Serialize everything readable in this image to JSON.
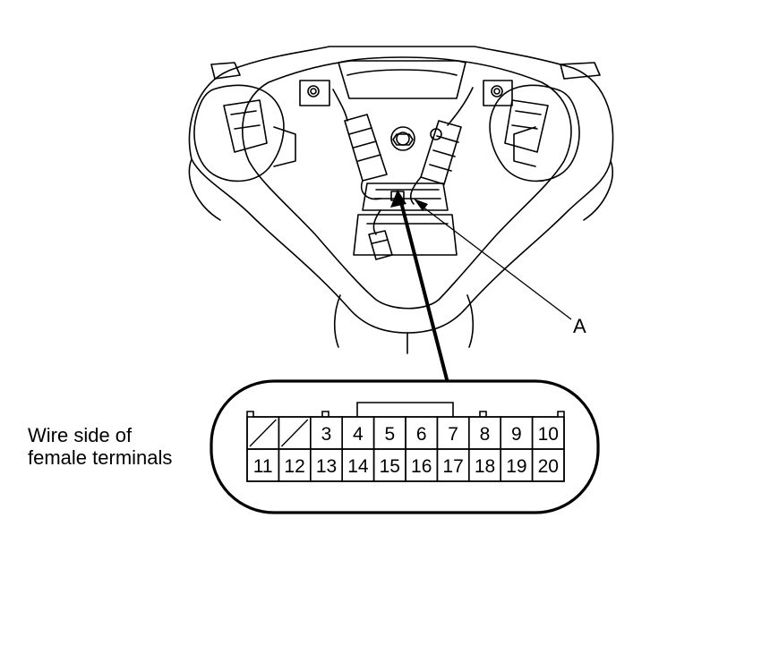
{
  "diagram": {
    "callout_label": "A",
    "caption": {
      "line1": "Wire side of",
      "line2": "female terminals"
    },
    "connector": {
      "top_row": [
        {
          "label": "",
          "blank": true
        },
        {
          "label": "",
          "blank": true
        },
        {
          "label": "3"
        },
        {
          "label": "4"
        },
        {
          "label": "5"
        },
        {
          "label": "6"
        },
        {
          "label": "7"
        },
        {
          "label": "8"
        },
        {
          "label": "9"
        },
        {
          "label": "10"
        }
      ],
      "bottom_row": [
        {
          "label": "11"
        },
        {
          "label": "12"
        },
        {
          "label": "13"
        },
        {
          "label": "14"
        },
        {
          "label": "15"
        },
        {
          "label": "16"
        },
        {
          "label": "17"
        },
        {
          "label": "18"
        },
        {
          "label": "19"
        },
        {
          "label": "20"
        }
      ]
    },
    "colors": {
      "line": "#000000",
      "background": "#ffffff"
    }
  }
}
